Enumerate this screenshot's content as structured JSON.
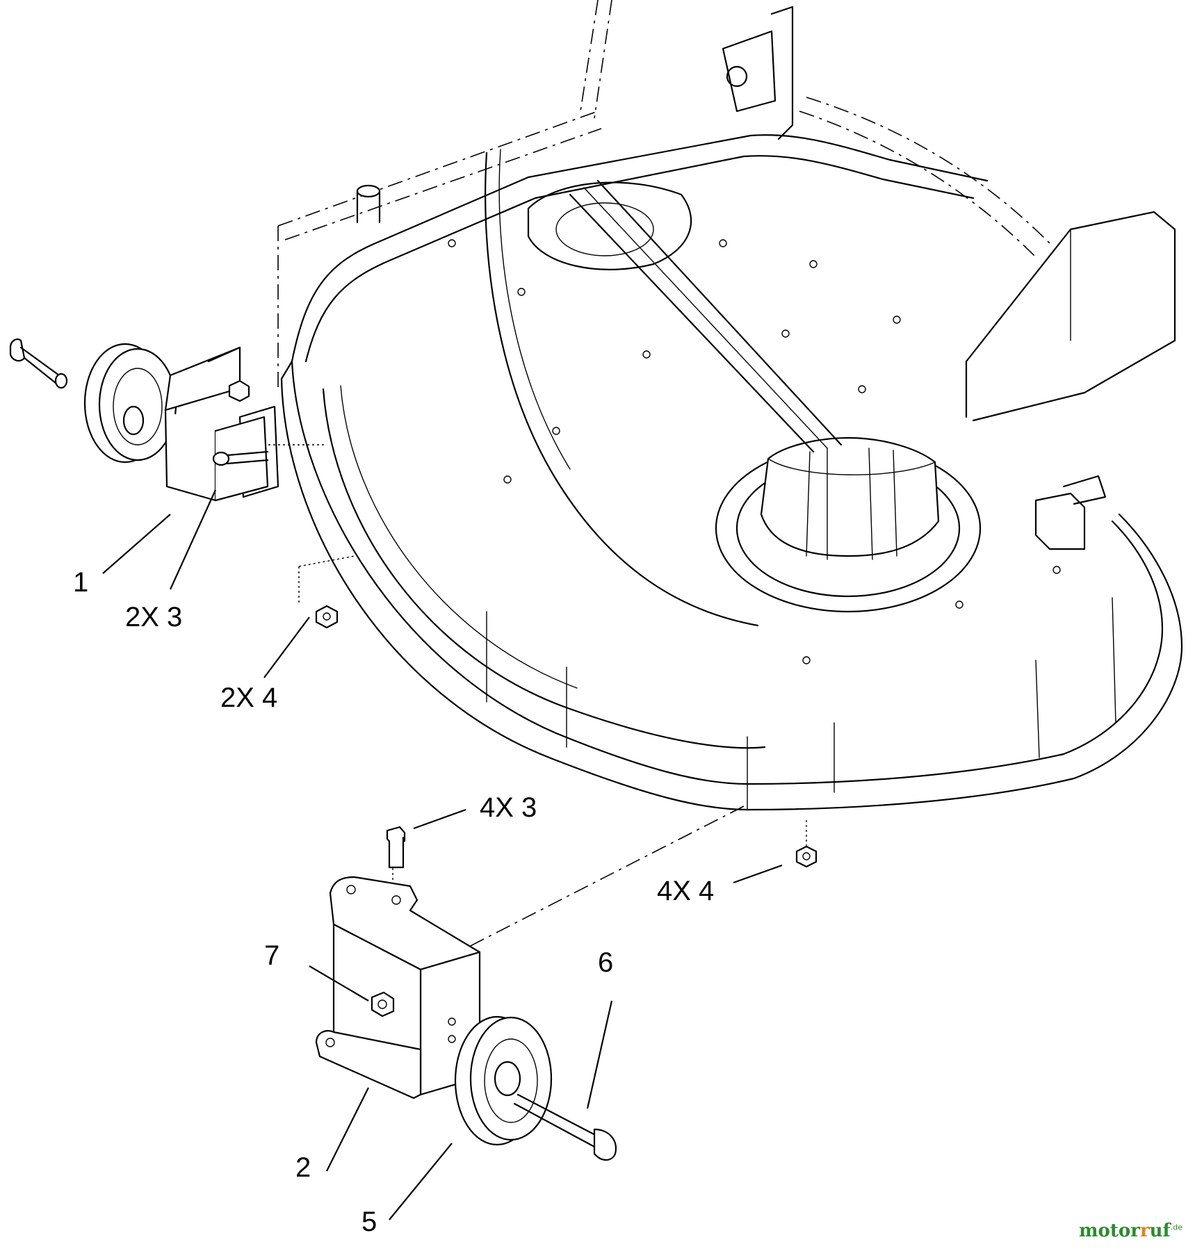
{
  "callouts": {
    "c1": "1",
    "c2x3": "2X 3",
    "c2x4": "2X 4",
    "c4x3": "4X 3",
    "c4x4": "4X 4",
    "c7": "7",
    "c6": "6",
    "c2": "2",
    "c5": "5"
  },
  "watermark": {
    "part1": "motor",
    "part2": "uf",
    "suffix": ".de"
  },
  "colors": {
    "line": "#000000",
    "background": "#ffffff",
    "logo_green": "#2d8a2d",
    "logo_orange": "#e0801a"
  }
}
